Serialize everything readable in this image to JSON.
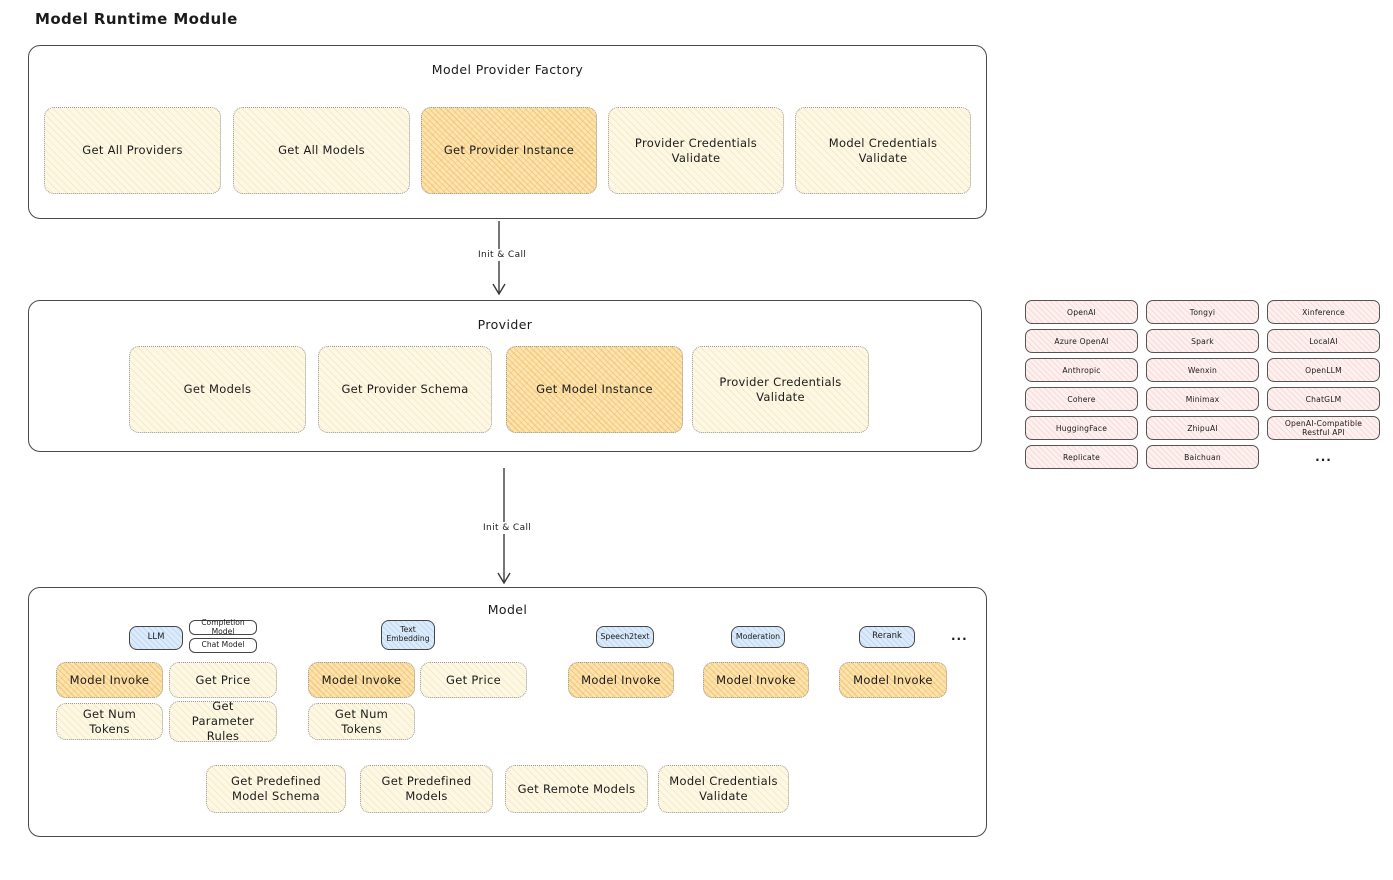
{
  "title": "Model Runtime Module",
  "colors": {
    "yellow_box": "#fdf8e6",
    "highlight_box": "#fbe4af",
    "pink_box": "#fdf0ef",
    "blue_tag": "#dcebfa",
    "border": "#4a4a4a"
  },
  "factory": {
    "title": "Model Provider Factory",
    "items": [
      {
        "label": "Get All Providers",
        "highlight": false
      },
      {
        "label": "Get All Models",
        "highlight": false
      },
      {
        "label": "Get Provider Instance",
        "highlight": true
      },
      {
        "label": "Provider Credentials Validate",
        "highlight": false
      },
      {
        "label": "Model Credentials Validate",
        "highlight": false
      }
    ]
  },
  "arrows": {
    "init_call_1": "Init & Call",
    "init_call_2": "Init & Call"
  },
  "provider": {
    "title": "Provider",
    "items": [
      {
        "label": "Get Models",
        "highlight": false
      },
      {
        "label": "Get Provider Schema",
        "highlight": false
      },
      {
        "label": "Get Model Instance",
        "highlight": true
      },
      {
        "label": "Provider Credentials Validate",
        "highlight": false
      }
    ]
  },
  "providers_list": {
    "rows": [
      [
        "OpenAI",
        "Tongyi",
        "Xinference"
      ],
      [
        "Azure OpenAI",
        "Spark",
        "LocalAI"
      ],
      [
        "Anthropic",
        "Wenxin",
        "OpenLLM"
      ],
      [
        "Cohere",
        "Minimax",
        "ChatGLM"
      ],
      [
        "HuggingFace",
        "ZhipuAI",
        "OpenAI-Compatible Restful API"
      ],
      [
        "Replicate",
        "Baichuan",
        "..."
      ]
    ]
  },
  "model": {
    "title": "Model",
    "tags": {
      "llm": "LLM",
      "completion": "Completion Model",
      "chat": "Chat Model",
      "text_embedding": "Text Embedding",
      "speech2text": "Speech2text",
      "moderation": "Moderation",
      "rerank": "Rerank",
      "more": "..."
    },
    "buttons": {
      "model_invoke": "Model Invoke",
      "get_price": "Get Price",
      "get_num_tokens": "Get Num Tokens",
      "get_parameter_rules": "Get Parameter Rules",
      "get_predefined_model_schema": "Get Predefined Model Schema",
      "get_predefined_models": "Get Predefined Models",
      "get_remote_models": "Get Remote Models",
      "model_credentials_validate": "Model Credentials Validate"
    }
  }
}
